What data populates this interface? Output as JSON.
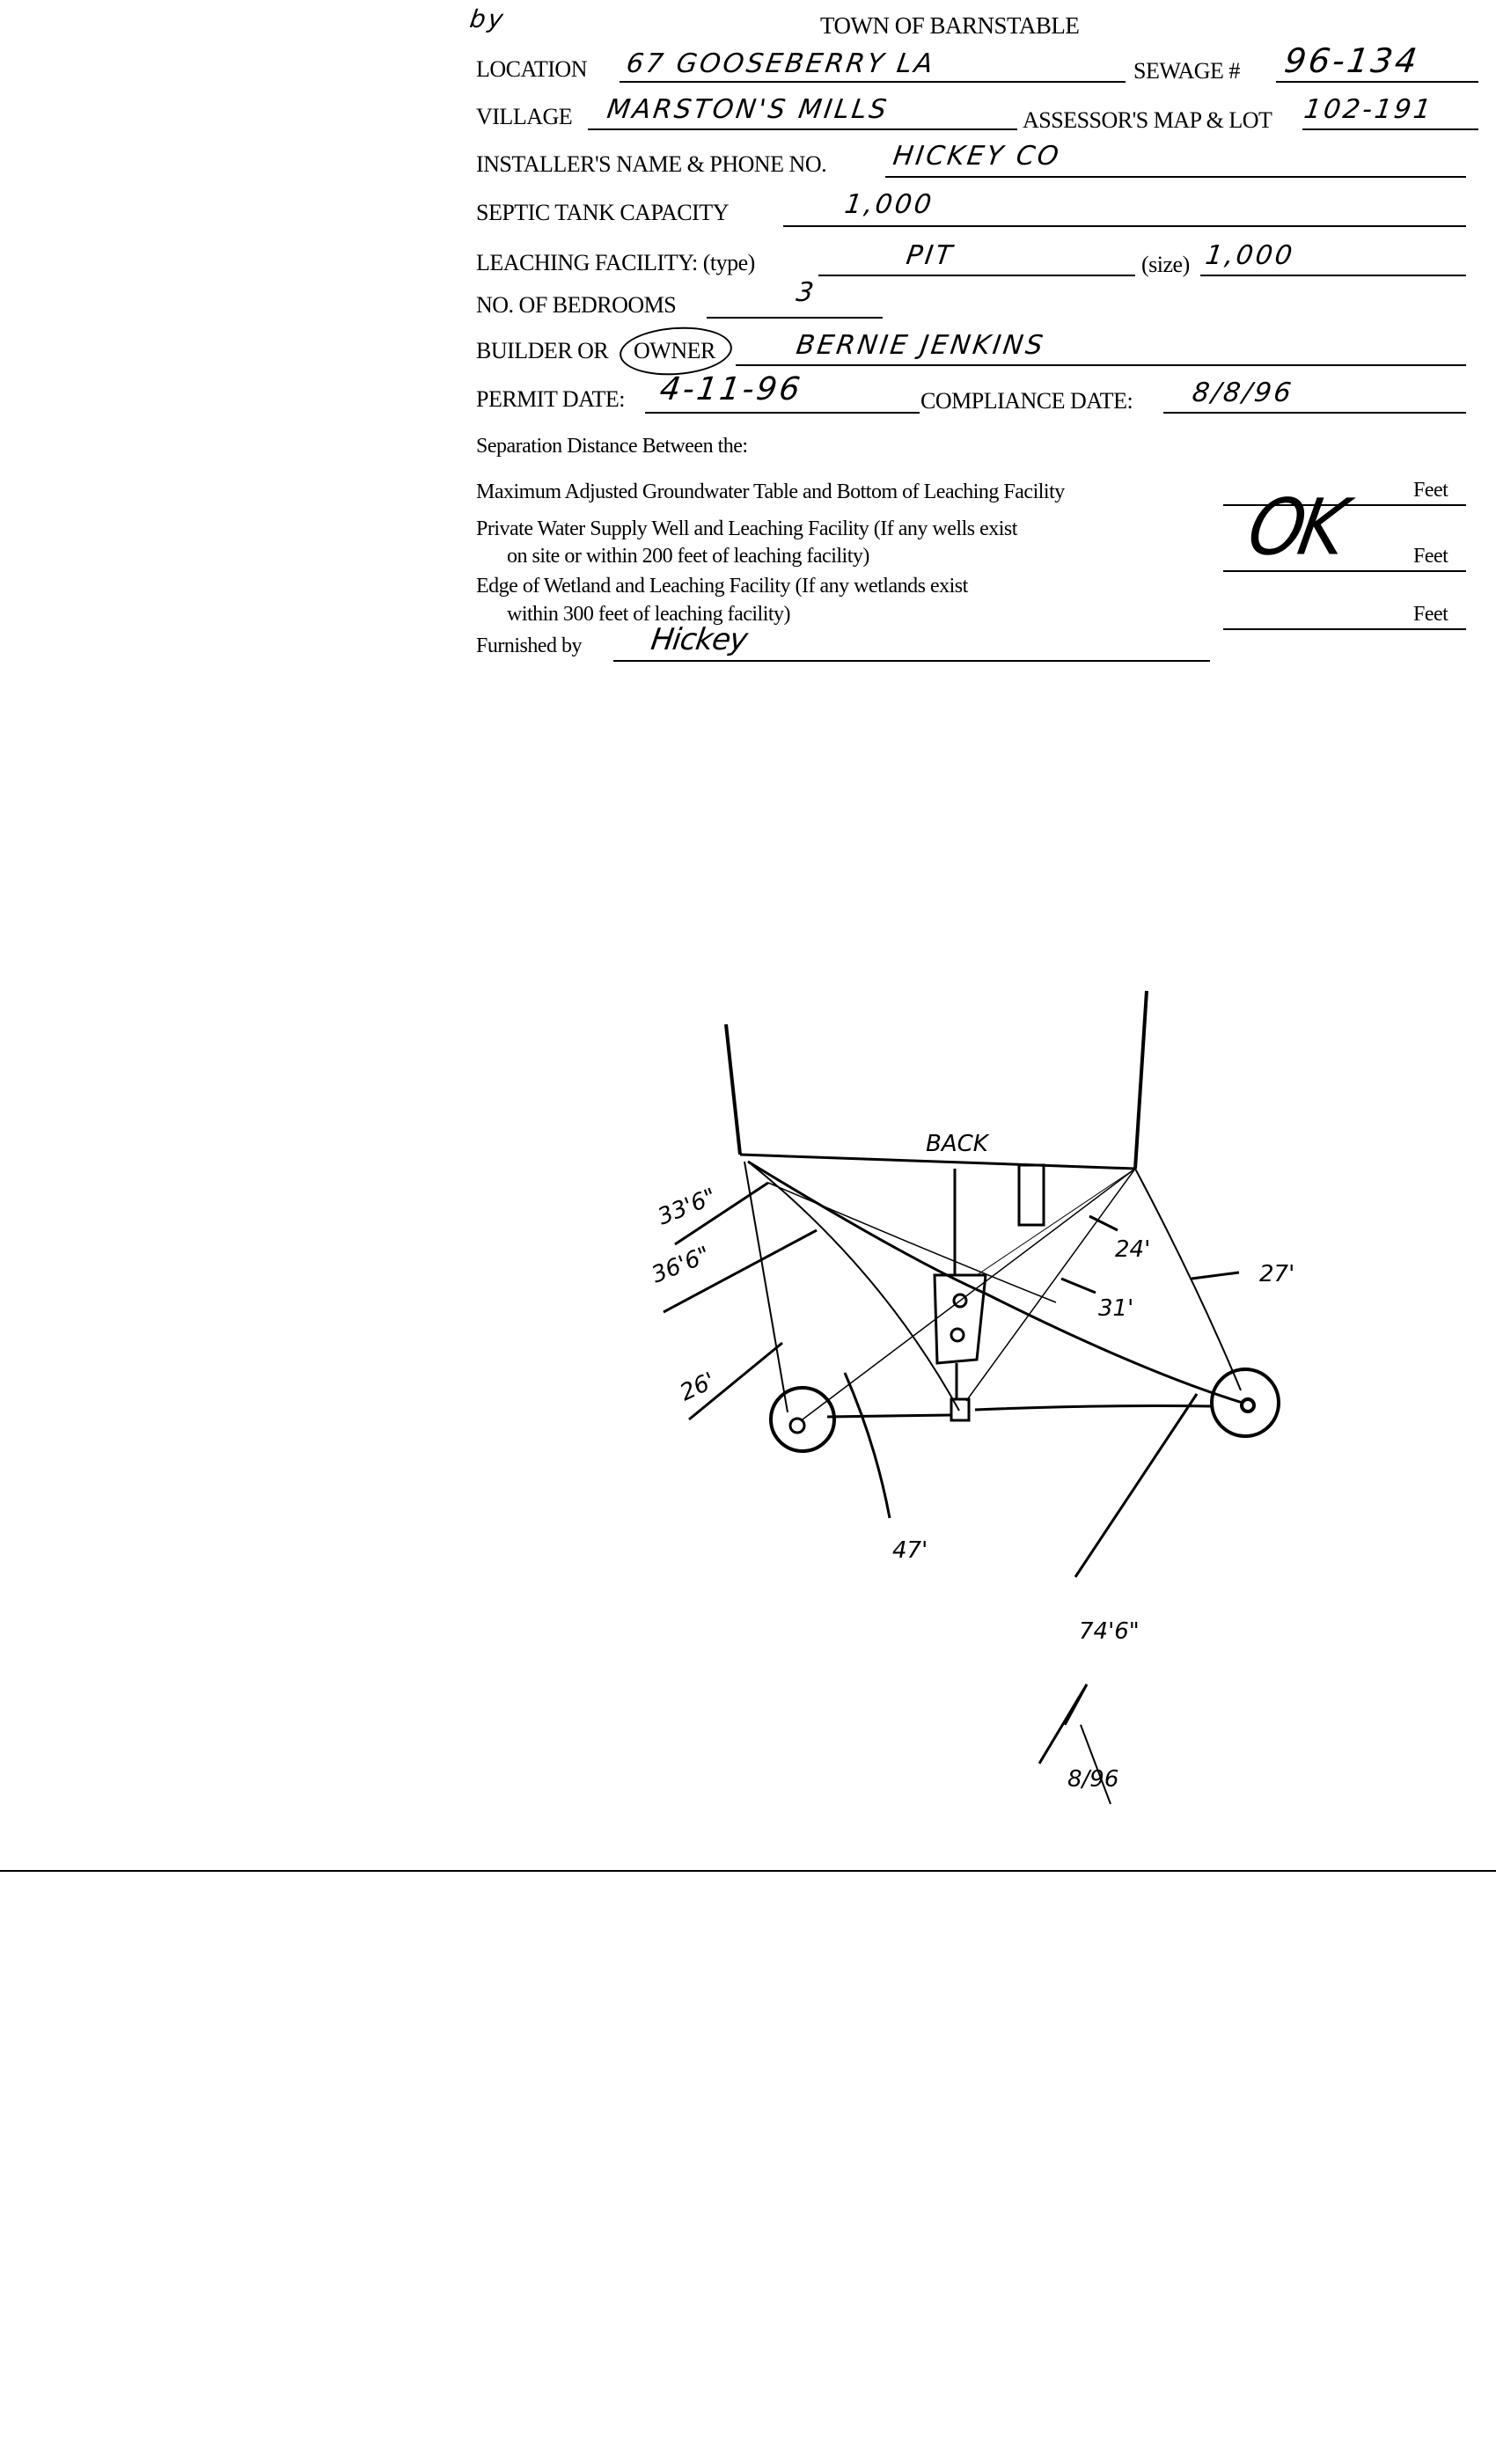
{
  "corner_mark": "by",
  "title": "TOWN OF BARNSTABLE",
  "form": {
    "location_label": "LOCATION",
    "location_value": "67 GOOSEBERRY LA",
    "sewage_label": "SEWAGE #",
    "sewage_value": "96-134",
    "village_label": "VILLAGE",
    "village_value": "MARSTON'S MILLS",
    "map_lot_label": "ASSESSOR'S MAP & LOT",
    "map_lot_value": "102-191",
    "installer_label": "INSTALLER'S NAME & PHONE NO.",
    "installer_value": "HICKEY CO",
    "tank_label": "SEPTIC TANK CAPACITY",
    "tank_value": "1,000",
    "leaching_label": "LEACHING FACILITY: (type)",
    "leaching_type_value": "PIT",
    "size_label": "(size)",
    "size_value": "1,000",
    "bedrooms_label": "NO. OF BEDROOMS",
    "bedrooms_value": "3",
    "builder_label": "BUILDER OR",
    "owner_label": "OWNER",
    "owner_value": "BERNIE JENKINS",
    "permit_label": "PERMIT DATE:",
    "permit_value": "4-11-96",
    "compliance_label": "COMPLIANCE DATE:",
    "compliance_value": "8/8/96",
    "separation_heading": "Separation Distance Between the:",
    "sep_groundwater": "Maximum Adjusted Groundwater Table and Bottom of Leaching Facility",
    "sep_well_1": "Private Water Supply Well and Leaching Facility  (If any wells exist",
    "sep_well_2": "on site or within 200 feet of leaching facility)",
    "sep_wetland_1": "Edge of Wetland and Leaching Facility (If any wetlands exist",
    "sep_wetland_2": "within 300 feet of leaching facility)",
    "feet_label": "Feet",
    "ok_mark": "OK",
    "furnished_label": "Furnished by",
    "furnished_value": "Hickey"
  },
  "sketch": {
    "back_label": "BACK",
    "dim_33_6": "33'6\"",
    "dim_36_6": "36'6\"",
    "dim_26": "26'",
    "dim_24": "24'",
    "dim_31": "31'",
    "dim_27": "27'",
    "dim_47": "47'",
    "dim_74_6": "74'6\"",
    "north_date": "8/96"
  }
}
